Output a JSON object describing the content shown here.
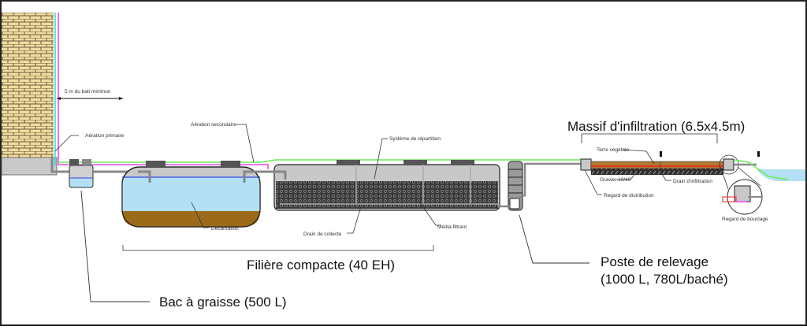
{
  "diagram": {
    "title": "Massif d'infiltration (6.5x4.5m)",
    "labels": {
      "distance": "5 m du bati minimun",
      "aeration_primaire": "Aération primaire",
      "aeration_secondaire": "Aération secondaire",
      "decantation": "Décantation",
      "systeme_repartition": "Système de répartition",
      "drain_collecte": "Drain de collecte",
      "media_filtrant": "Média filtrant",
      "terre_vegetale": "Terre végétale",
      "gravier": "Gravier 10/40",
      "drain_infiltration": "Drain d'infiltration",
      "regard_distribution": "Regard de distribution",
      "regard_bouclage": "Regard de bouclage"
    },
    "callouts": {
      "filiere": "Filière compacte (40 EH)",
      "bac_graisse": "Bac à graisse (500 L)",
      "poste_line1": "Poste de relevage",
      "poste_line2": "(1000 L, 780L/baché)"
    },
    "colors": {
      "ground_line": "#66ee55",
      "ventilation_line": "#ee44ee",
      "water": "#b3e0f5",
      "water_line": "#3344dd",
      "sludge": "#9c6b1a",
      "tank_gray": "#c8c8c8",
      "media_dark": "#3a3a3a",
      "brick": "#f0dca0",
      "topsoil": "#b07a30",
      "drain_red": "#ee2222"
    }
  }
}
